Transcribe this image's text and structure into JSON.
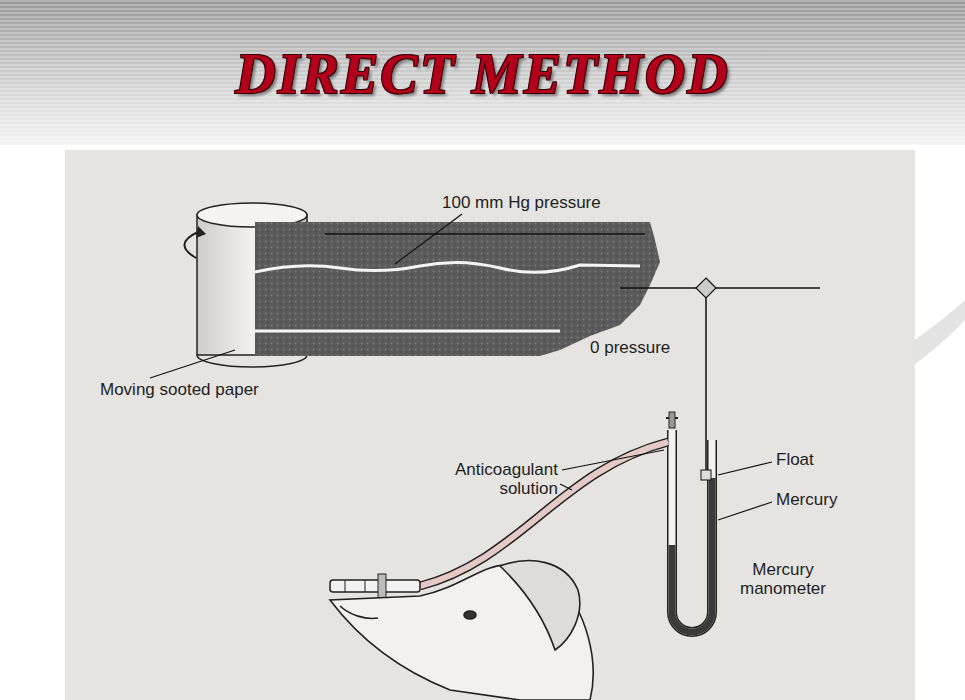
{
  "diagram": {
    "title": "DIRECT METHOD",
    "labels": [
      "100 mm Hg pressure",
      "0 pressure",
      "Moving sooted paper",
      "Anticoagulant solution",
      "Float",
      "Mercury",
      "Mercury manometer"
    ]
  }
}
